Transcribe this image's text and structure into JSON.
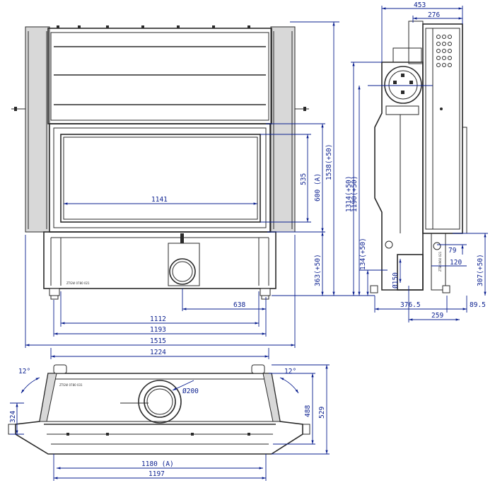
{
  "dimensions": {
    "front_glass_width": "1141",
    "front_height_535": "535",
    "front_height_600": "600 (A)",
    "front_height_1538": "1538(+50)",
    "front_height_363": "363(+50)",
    "front_offset_638": "638",
    "front_width_1112": "1112",
    "front_width_1193": "1193",
    "front_width_1515": "1515",
    "top_width_1224": "1224",
    "side_depth_453": "453",
    "side_depth_276": "276",
    "side_height_1314": "1314(+50)",
    "side_height_1190": "1190(+50)",
    "side_height_134": "134(+50)",
    "side_diam_150": "Ø150",
    "side_79": "79",
    "side_120": "120",
    "side_307": "307(+50)",
    "side_376": "376.5",
    "side_89": "89.5",
    "side_259": "259",
    "plan_angle_left": "12°",
    "plan_angle_right": "12°",
    "plan_diam_200": "Ø200",
    "plan_324": "324",
    "plan_488": "488",
    "plan_529": "529",
    "plan_1180": "1180 (A)",
    "plan_1197": "1197"
  },
  "plates": {
    "front": "ZTGW 0780 021",
    "plan": "ZTGW 0780 031",
    "side": "ZTB 0960 021"
  }
}
